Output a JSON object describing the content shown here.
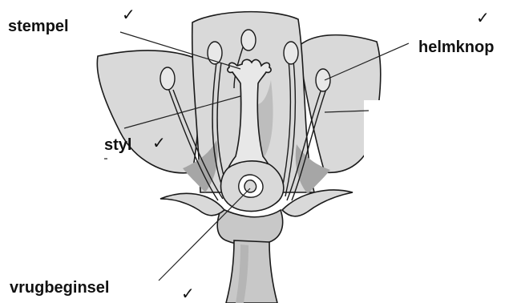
{
  "labels": {
    "stempel": "stempel",
    "helmknop": "helmknop",
    "styl": "styl",
    "vrugbeginsel": "vrugbeginsel"
  },
  "tick_mark": "✓",
  "colors": {
    "petal_fill": "#d9d9d9",
    "outline": "#1a1a1a",
    "shade": "#a6a6a6",
    "line": "#222222"
  }
}
